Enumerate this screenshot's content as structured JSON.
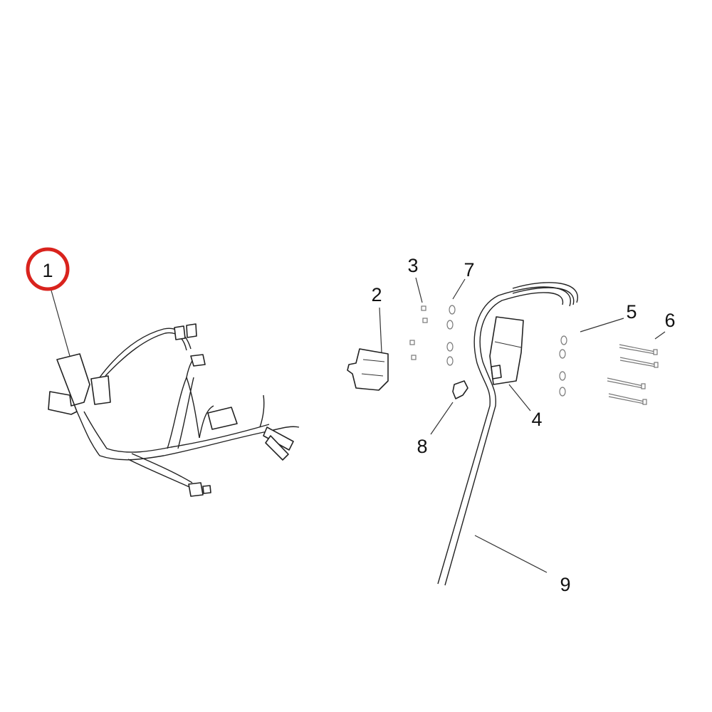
{
  "diagram": {
    "callouts": [
      {
        "number": "1",
        "highlighted": true
      },
      {
        "number": "2"
      },
      {
        "number": "3"
      },
      {
        "number": "4"
      },
      {
        "number": "5"
      },
      {
        "number": "6"
      },
      {
        "number": "7"
      },
      {
        "number": "8"
      },
      {
        "number": "9"
      }
    ],
    "highlight_color": "#d9231d"
  }
}
